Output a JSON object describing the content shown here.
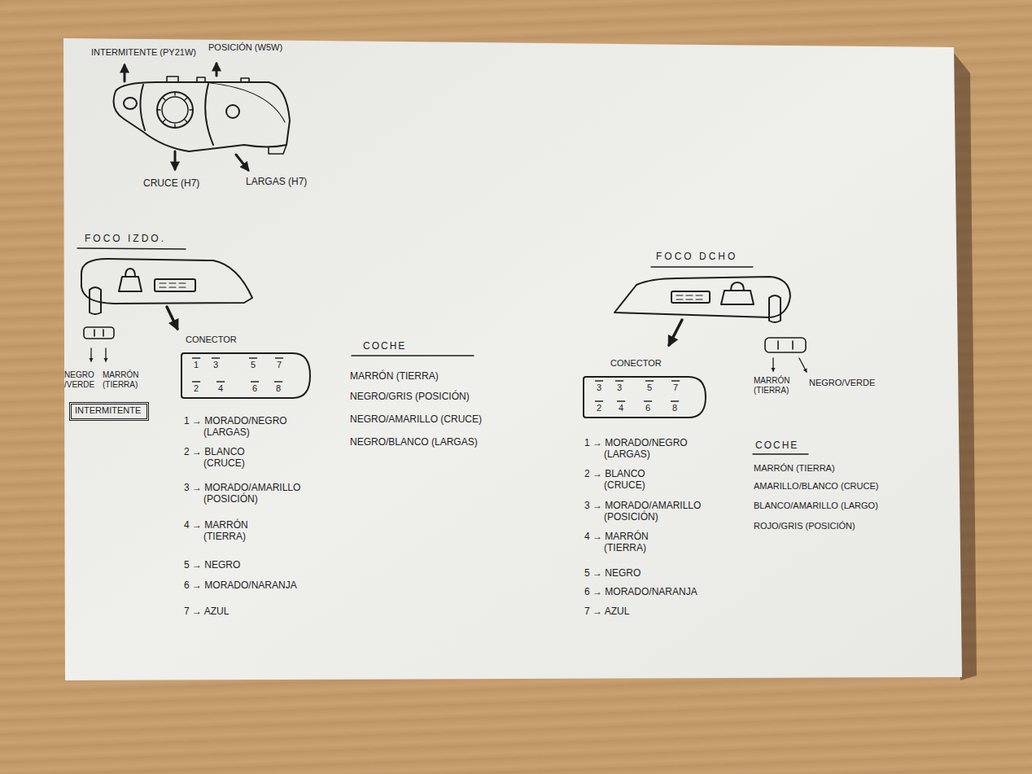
{
  "diagram": {
    "nodes": [
      {
        "text": [
          "INTERMITENTE"
        ]
      },
      {
        "text": [
          "CONECTOR",
          "1",
          "3",
          "5",
          "7",
          "2",
          "4",
          "6",
          "8"
        ]
      },
      {
        "text": [
          "CONECTOR",
          "3",
          "3",
          "5",
          "7",
          "2",
          "4",
          "6",
          "8"
        ]
      }
    ],
    "labels": [
      "INTERMITENTE (PY21W)",
      "POSICIÓN (W5W)",
      "CRUCE (H7)",
      "LARGAS (H7)",
      "FOCO IZDO.",
      "NEGRO /VERDE",
      "MARRÓN (TIERRA)",
      "1 → MORADO/NEGRO (LARGAS)",
      "2 → BLANCO (CRUCE)",
      "3 → MORADO/AMARILLO (POSICIÓN)",
      "4 → MARRÓN (TIERRA)",
      "5 → NEGRO",
      "6 → MORADO/NARANJA",
      "7 → AZUL",
      "COCHE",
      "MARRÓN (TIERRA)",
      "NEGRO/GRIS (POSICIÓN)",
      "NEGRO/AMARILLO (CRUCE)",
      "NEGRO/BLANCO (LARGAS)",
      "FOCO DCHO",
      "MARRÓN (TIERRA)",
      "NEGRO/VERDE",
      "1 → MORADO/NEGRO (LARGAS)",
      "2 → BLANCO (CRUCE)",
      "3 → MORADO/AMARILLO (POSICIÓN)",
      "4 → MARRÓN (TIERRA)",
      "5 → NEGRO",
      "6 → MORADO/NARANJA",
      "7 → AZUL",
      "COCHE",
      "MARRÓN (TIERRA)",
      "AMARILLO/BLANCO (CRUCE)",
      "BLANCO/AMARILLO (LARGO)",
      "ROJO/GRIS (POSICIÓN)"
    ]
  }
}
